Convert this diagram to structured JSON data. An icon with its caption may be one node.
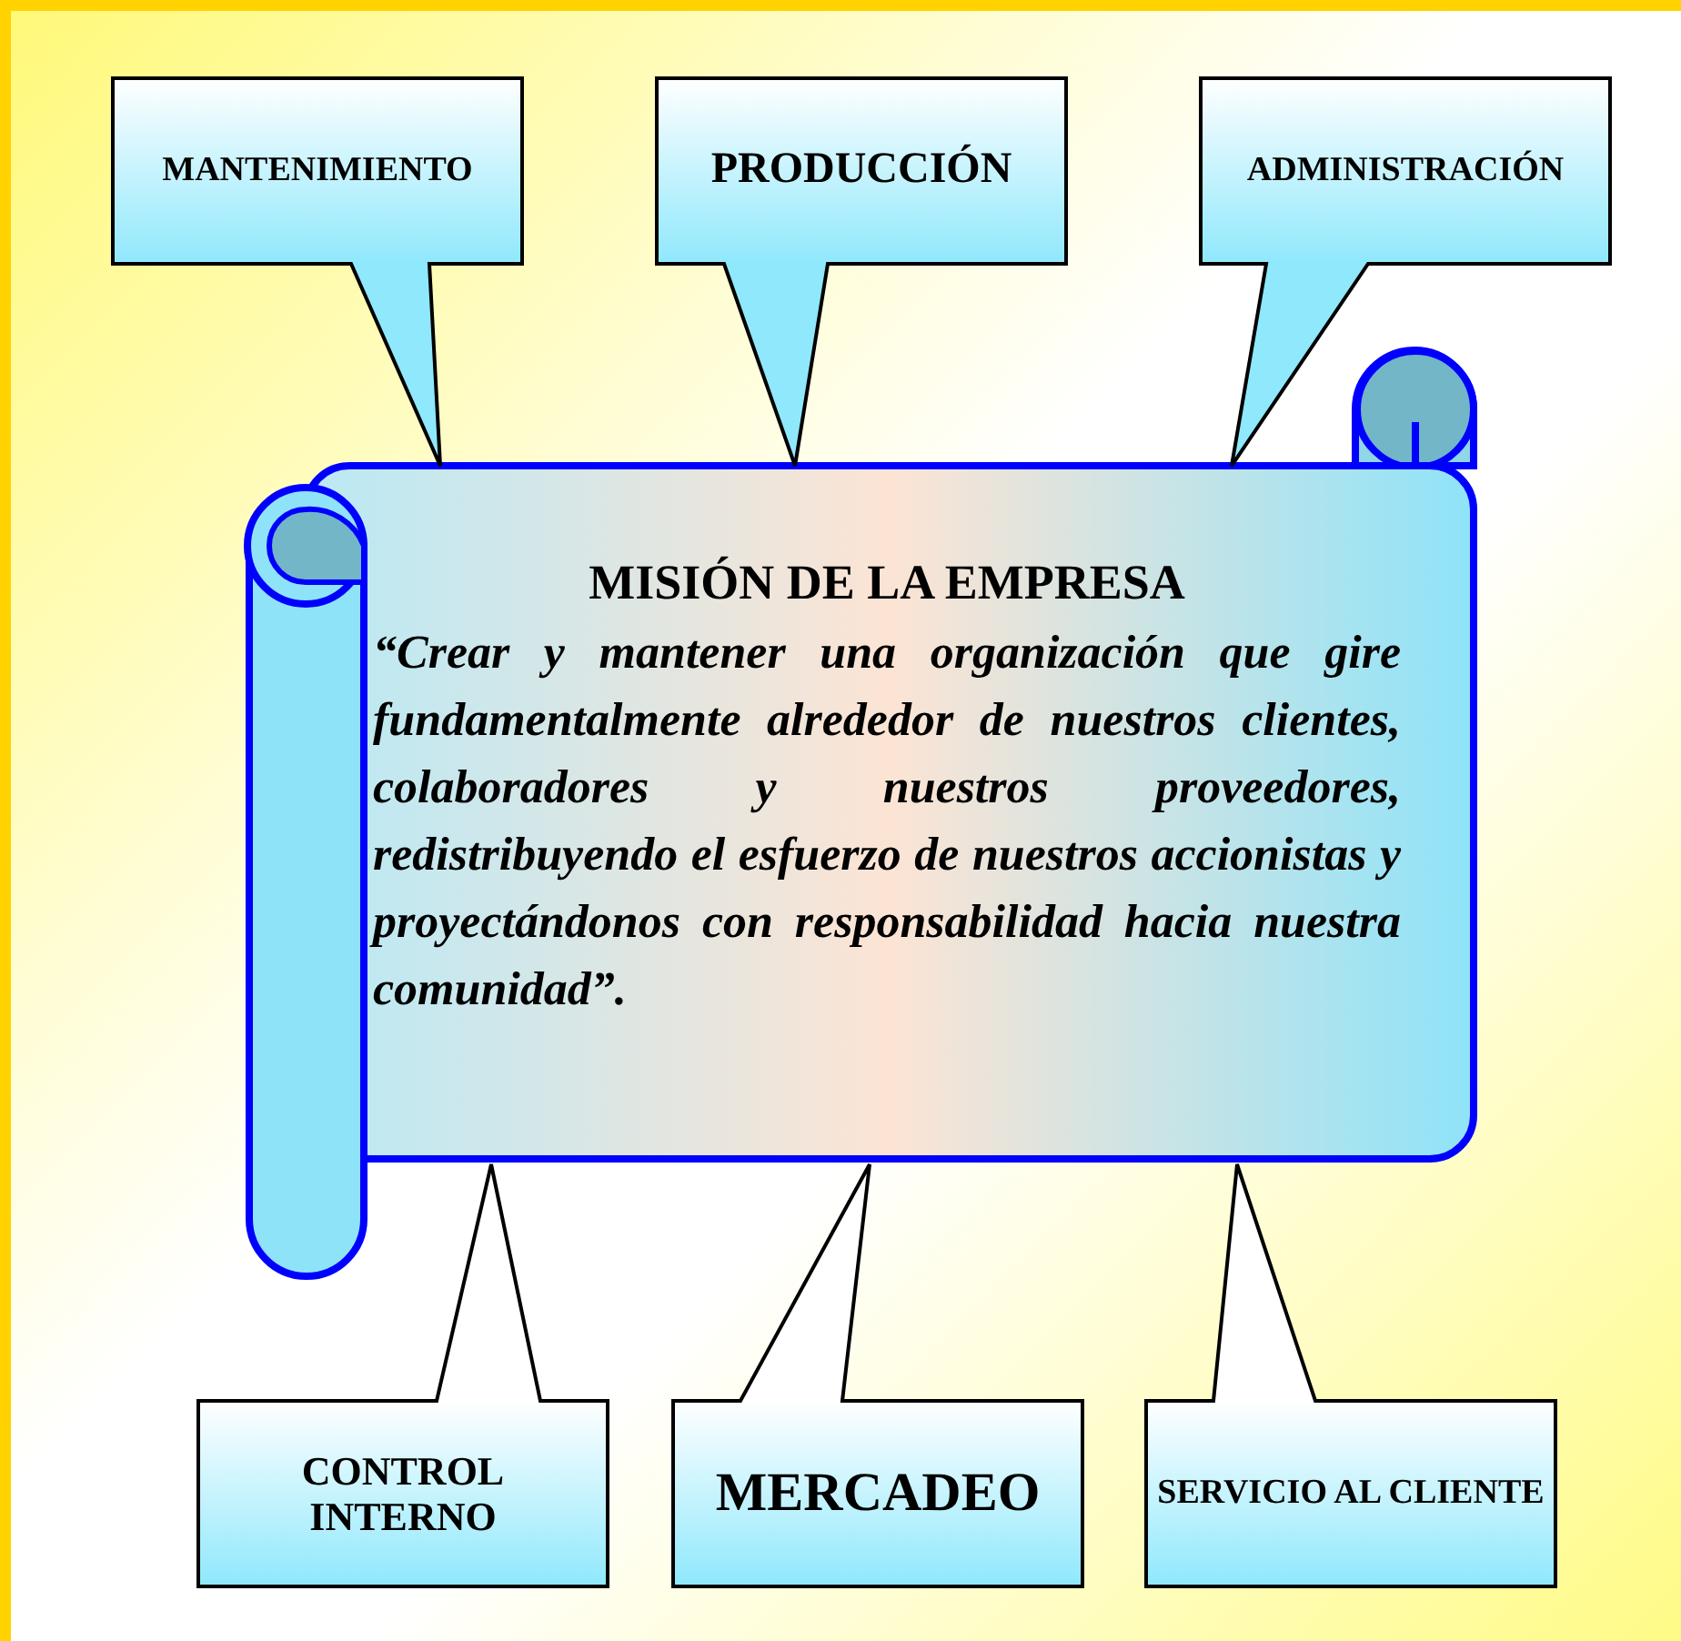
{
  "diagram": {
    "nodes": [
      {
        "text": [
          "MISIÓN DE LA EMPRESA",
          "“Crear y mantener una organización que gire fundamentalmente alrededor de nuestros clientes, colaboradores y nuestros proveedores, redistribuyendo el esfuerzo de nuestros accionistas y proyectándonos con responsabilidad hacia nuestra comunidad”."
        ]
      },
      {
        "text": [
          "MANTENIMIENTO"
        ]
      },
      {
        "text": [
          "PRODUCCIÓN"
        ]
      },
      {
        "text": [
          "ADMINISTRACIÓN"
        ]
      },
      {
        "text": [
          "CONTROL INTERNO"
        ]
      },
      {
        "text": [
          "MERCADEO"
        ]
      },
      {
        "text": [
          "SERVICIO AL CLIENTE"
        ]
      }
    ]
  }
}
